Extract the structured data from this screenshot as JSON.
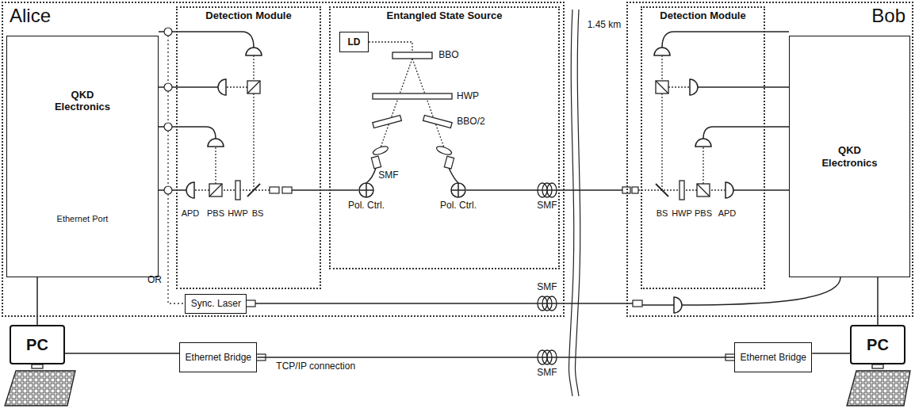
{
  "diagram": {
    "nodes": [
      {
        "text": [
          "Alice"
        ]
      },
      {
        "text": [
          "QKD Electronics",
          "Ethernet Port"
        ],
        "in": 0
      },
      {
        "text": [
          "Detection Module"
        ],
        "in": 0
      },
      {
        "text": [
          "Entangled State Source"
        ],
        "in": 0
      },
      {
        "text": [
          "LD"
        ],
        "in": 3
      },
      {
        "text": [
          "Sync. Laser"
        ],
        "in": 0
      },
      {
        "text": [
          "Bob"
        ]
      },
      {
        "text": [
          "Detection Module"
        ],
        "in": 6
      },
      {
        "text": [
          "QKD Electronics"
        ],
        "in": 6
      },
      {
        "text": [
          "PC"
        ]
      },
      {
        "text": [
          "Ethernet Bridge"
        ]
      },
      {
        "text": [
          "Ethernet Bridge"
        ]
      },
      {
        "text": [
          "PC"
        ]
      }
    ],
    "edges": [
      {
        "from": 1,
        "to": 9,
        "arrow": "none"
      },
      {
        "from": 9,
        "to": 10,
        "arrow": "none"
      },
      {
        "from": 10,
        "to": 11,
        "label": "TCP/IP connection",
        "arrow": "none"
      },
      {
        "from": 11,
        "to": 12,
        "arrow": "none"
      },
      {
        "from": 8,
        "to": 12,
        "arrow": "none"
      }
    ],
    "labels": [
      "APD",
      "PBS",
      "HWP",
      "BS",
      "OR",
      "BBO",
      "HWP",
      "BBO/2",
      "SMF",
      "Pol. Ctrl.",
      "Pol. Ctrl.",
      "1.45 km",
      "SMF",
      "SMF",
      "SMF",
      "BS",
      "HWP",
      "PBS",
      "APD"
    ]
  }
}
